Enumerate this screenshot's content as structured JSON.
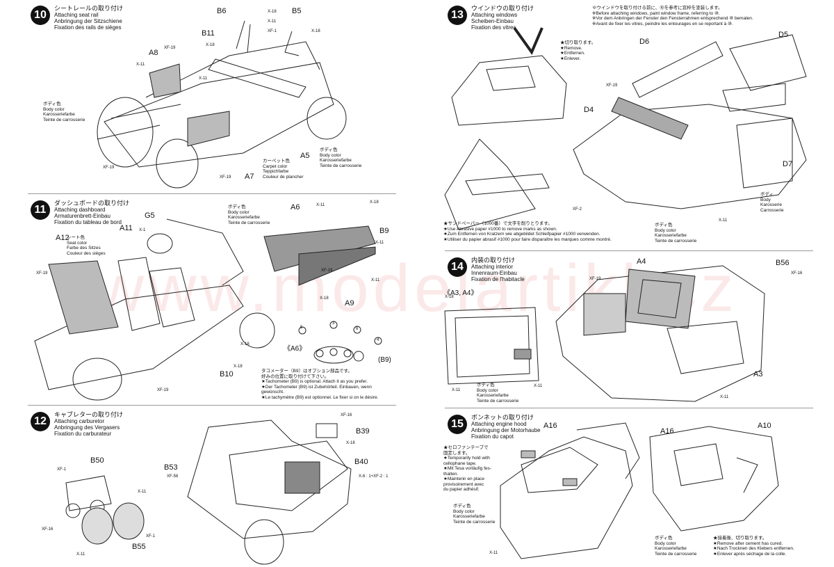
{
  "steps": {
    "s10": {
      "num": "10",
      "jp": "シートレールの取り付け",
      "en": "Attaching seat rail",
      "de": "Anbringung der Sitzschiene",
      "fr": "Fixation des rails de sièges"
    },
    "s11": {
      "num": "11",
      "jp": "ダッシュボードの取り付け",
      "en": "Attaching dashboard",
      "de": "Armaturenbrett-Einbau",
      "fr": "Fixation du tableau de bord"
    },
    "s12": {
      "num": "12",
      "jp": "キャブレターの取り付け",
      "en": "Attaching carburetor",
      "de": "Anbringung des Vergasers",
      "fr": "Fixation du carburateur"
    },
    "s13": {
      "num": "13",
      "jp": "ウインドウの取り付け",
      "en": "Attaching windows",
      "de": "Scheiben-Einbau",
      "fr": "Fixation des vitres"
    },
    "s14": {
      "num": "14",
      "jp": "内装の取り付け",
      "en": "Attaching interior",
      "de": "Innenraum-Einbau",
      "fr": "Fixation de l'habitacle"
    },
    "s15": {
      "num": "15",
      "jp": "ボンネットの取り付け",
      "en": "Attaching engine hood",
      "de": "Anbringung der Motorhaube",
      "fr": "Fixation du capot"
    }
  },
  "s10": {
    "parts": {
      "b6": "B6",
      "b5": "B5",
      "b11": "B11",
      "a8": "A8",
      "a5": "A5",
      "a7": "A7"
    },
    "screws": {
      "x18a": "X-18",
      "x11a": "X-11",
      "xf1": "XF-1",
      "x18b": "X-18",
      "x18c": "X-18",
      "xf19a": "XF-19",
      "x11b": "X-11",
      "x11c": "X-11",
      "xf19b": "XF-19",
      "xf19c": "XF-19"
    },
    "body_color": {
      "jp": "ボディ色",
      "en": "Body color",
      "de": "Karosseriefarbe",
      "fr": "Teinte de carrosserie"
    },
    "body_color2": {
      "jp": "ボディ色",
      "en": "Body color",
      "de": "Karosseriefarbe",
      "fr": "Teinte de carrosserie"
    },
    "carpet_color": {
      "jp": "カーペット色",
      "en": "Carpet color",
      "de": "Teppichfarbe",
      "fr": "Couleur de plancher"
    }
  },
  "s11": {
    "parts": {
      "a6": "A6",
      "g5": "G5",
      "a11": "A11",
      "a12": "A12",
      "b9": "B9",
      "a9": "A9",
      "b10": "B10",
      "a6paren": "《A6》",
      "b9paren": "(B9)"
    },
    "screws": {
      "x11a": "X-11",
      "x18a": "X-18",
      "x1": "X-1",
      "xf19a": "XF-19",
      "x11b": "X-11",
      "xf19b": "XF-19",
      "x18b": "X-18",
      "x11c": "X-11",
      "x18c": "X-18",
      "xf19c": "XF-19",
      "x18d": "X-18"
    },
    "seat_color": {
      "jp": "シート色",
      "en": "Seat color",
      "de": "Farbe des Sitzes",
      "fr": "Couleur des sièges"
    },
    "body_color": {
      "jp": "ボディ色",
      "en": "Body color",
      "de": "Karosseriefarbe",
      "fr": "Teinte de carrosserie"
    },
    "gauge_nums": [
      "5",
      "3",
      "6",
      "4"
    ],
    "tacho_note": [
      "タコメーター（B9）はオプション部品です。",
      "好みの位置に取り付けて下さい。",
      "★Tachometer (B9) is optional. Attach it as you prefer.",
      "★Der Tachometer (B9) ist Zubehörteil. Einbauen, wenn",
      "gewünscht.",
      "★Le tachymètre (B9) est optionnel. Le fixer si on le désire."
    ]
  },
  "s12": {
    "parts": {
      "b50": "B50",
      "b55": "B55",
      "b53": "B53",
      "b39": "B39",
      "b40": "B40"
    },
    "screws": {
      "xf1a": "XF-1",
      "x11a": "X-11",
      "xf16a": "XF-16",
      "x11b": "X-11",
      "xf1b": "XF-1",
      "xf56": "XF-56",
      "xf16b": "XF-16",
      "x18": "X-18",
      "mix": "X-6 : 1+XF-2 : 1"
    }
  },
  "s13": {
    "parts": {
      "d5": "D5",
      "d6": "D6",
      "d4": "D4",
      "d7": "D7"
    },
    "screws": {
      "xf19": "XF-19",
      "xf2": "XF-2",
      "x11": "X-11"
    },
    "top_note": [
      "※ウインドウを取り付ける前に、⑩を参考に窓枠を塗装します。",
      "※Before attaching windows, paint window frame, referring to ⑩.",
      "※Vor dem Anbringen der Fenster den Fensterrahmen entsprechend ⑩ bemalen.",
      "※Avant de fixer les vitres, peindre les entourages en se reportant à ⑩."
    ],
    "remove_note": {
      "jp": "★切り取ります。",
      "en": "★Remove.",
      "de": "★Entfernen.",
      "fr": "★Enlever."
    },
    "sand_note": [
      "★サンドペーパー（1000番）で文字を削りとります。",
      "★Use Abrasive paper #1000 to remove marks as shown.",
      "★Zum Entfernen von Kratzern wie abgebildet Schleifpapier #1000 verwenden.",
      "★Utiliser du papier abrasif #1000 pour faire disparaître les marques comme montré."
    ],
    "body_color": {
      "jp": "ボディ色",
      "en": "Body color",
      "de": "Karosseriefarbe",
      "fr": "Teinte de carrosserie"
    },
    "body": {
      "jp": "ボディ",
      "en": "Body",
      "de": "Karosserie",
      "fr": "Carrosserie"
    }
  },
  "s14": {
    "parts": {
      "a4": "A4",
      "b56": "B56",
      "a3": "A3",
      "a3a4": "《A3, A4》"
    },
    "screws": {
      "xf19": "XF-19",
      "xf16": "XF-16",
      "x18": "X-18",
      "x11a": "X-11",
      "x11b": "X-11",
      "x11c": "X-11"
    },
    "body_color": {
      "jp": "ボディ色",
      "en": "Body color",
      "de": "Karosseriefarbe",
      "fr": "Teinte de carrosserie"
    }
  },
  "s15": {
    "parts": {
      "a16a": "A16",
      "a16b": "A16",
      "a10": "A10"
    },
    "screws": {
      "x11": "X-11"
    },
    "tape_note": [
      "★セロファンテープで",
      "固定します。",
      "★Temporarily hold with",
      "cellophane tape.",
      "★Mit Tesa vorläufig fes-",
      "thalten.",
      "★Maintenir en place",
      "provisoirement avec",
      "du papier adhésif."
    ],
    "body_color": {
      "jp": "ボディ色",
      "en": "Body color",
      "de": "Karosseriefarbe",
      "fr": "Teinte de carrosserie"
    },
    "body_color2": {
      "jp": "ボディ色",
      "en": "Body color",
      "de": "Karosseriefarbe",
      "fr": "Teinte de carrosserie"
    },
    "remove_note": [
      "★接着後、切り取ります。",
      "★Remove after cement has cured.",
      "★Nach Trocknen des Klebers entfernen.",
      "★Enlever après séchage de la colle."
    ]
  },
  "watermark": "www.modelartikl.cz"
}
